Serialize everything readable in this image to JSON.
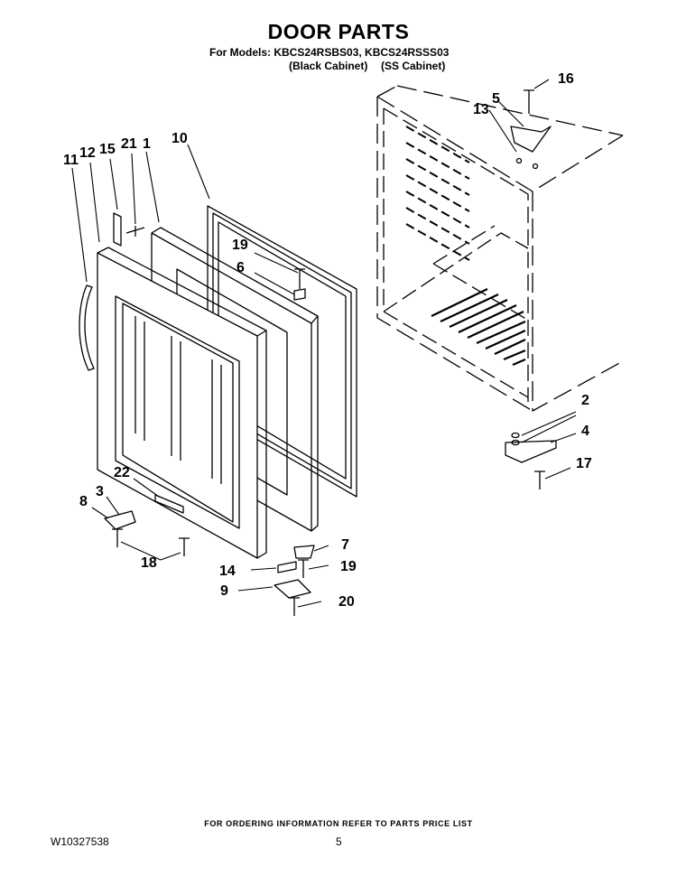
{
  "header": {
    "title": "DOOR PARTS",
    "models_line": "For Models: KBCS24RSBS03, KBCS24RSSS03",
    "cabinet_black": "(Black Cabinet)",
    "cabinet_ss": "(SS Cabinet)"
  },
  "callouts": {
    "c1": "1",
    "c2": "2",
    "c3": "3",
    "c4": "4",
    "c5": "5",
    "c6": "6",
    "c7": "7",
    "c8": "8",
    "c9": "9",
    "c10": "10",
    "c11": "11",
    "c12": "12",
    "c13": "13",
    "c14": "14",
    "c15": "15",
    "c16": "16",
    "c17": "17",
    "c18": "18",
    "c19a": "19",
    "c19b": "19",
    "c20": "20",
    "c21": "21",
    "c22": "22"
  },
  "footer": {
    "ordering_note": "FOR ORDERING INFORMATION REFER TO PARTS PRICE LIST",
    "document_number": "W10327538",
    "page_number": "5"
  }
}
